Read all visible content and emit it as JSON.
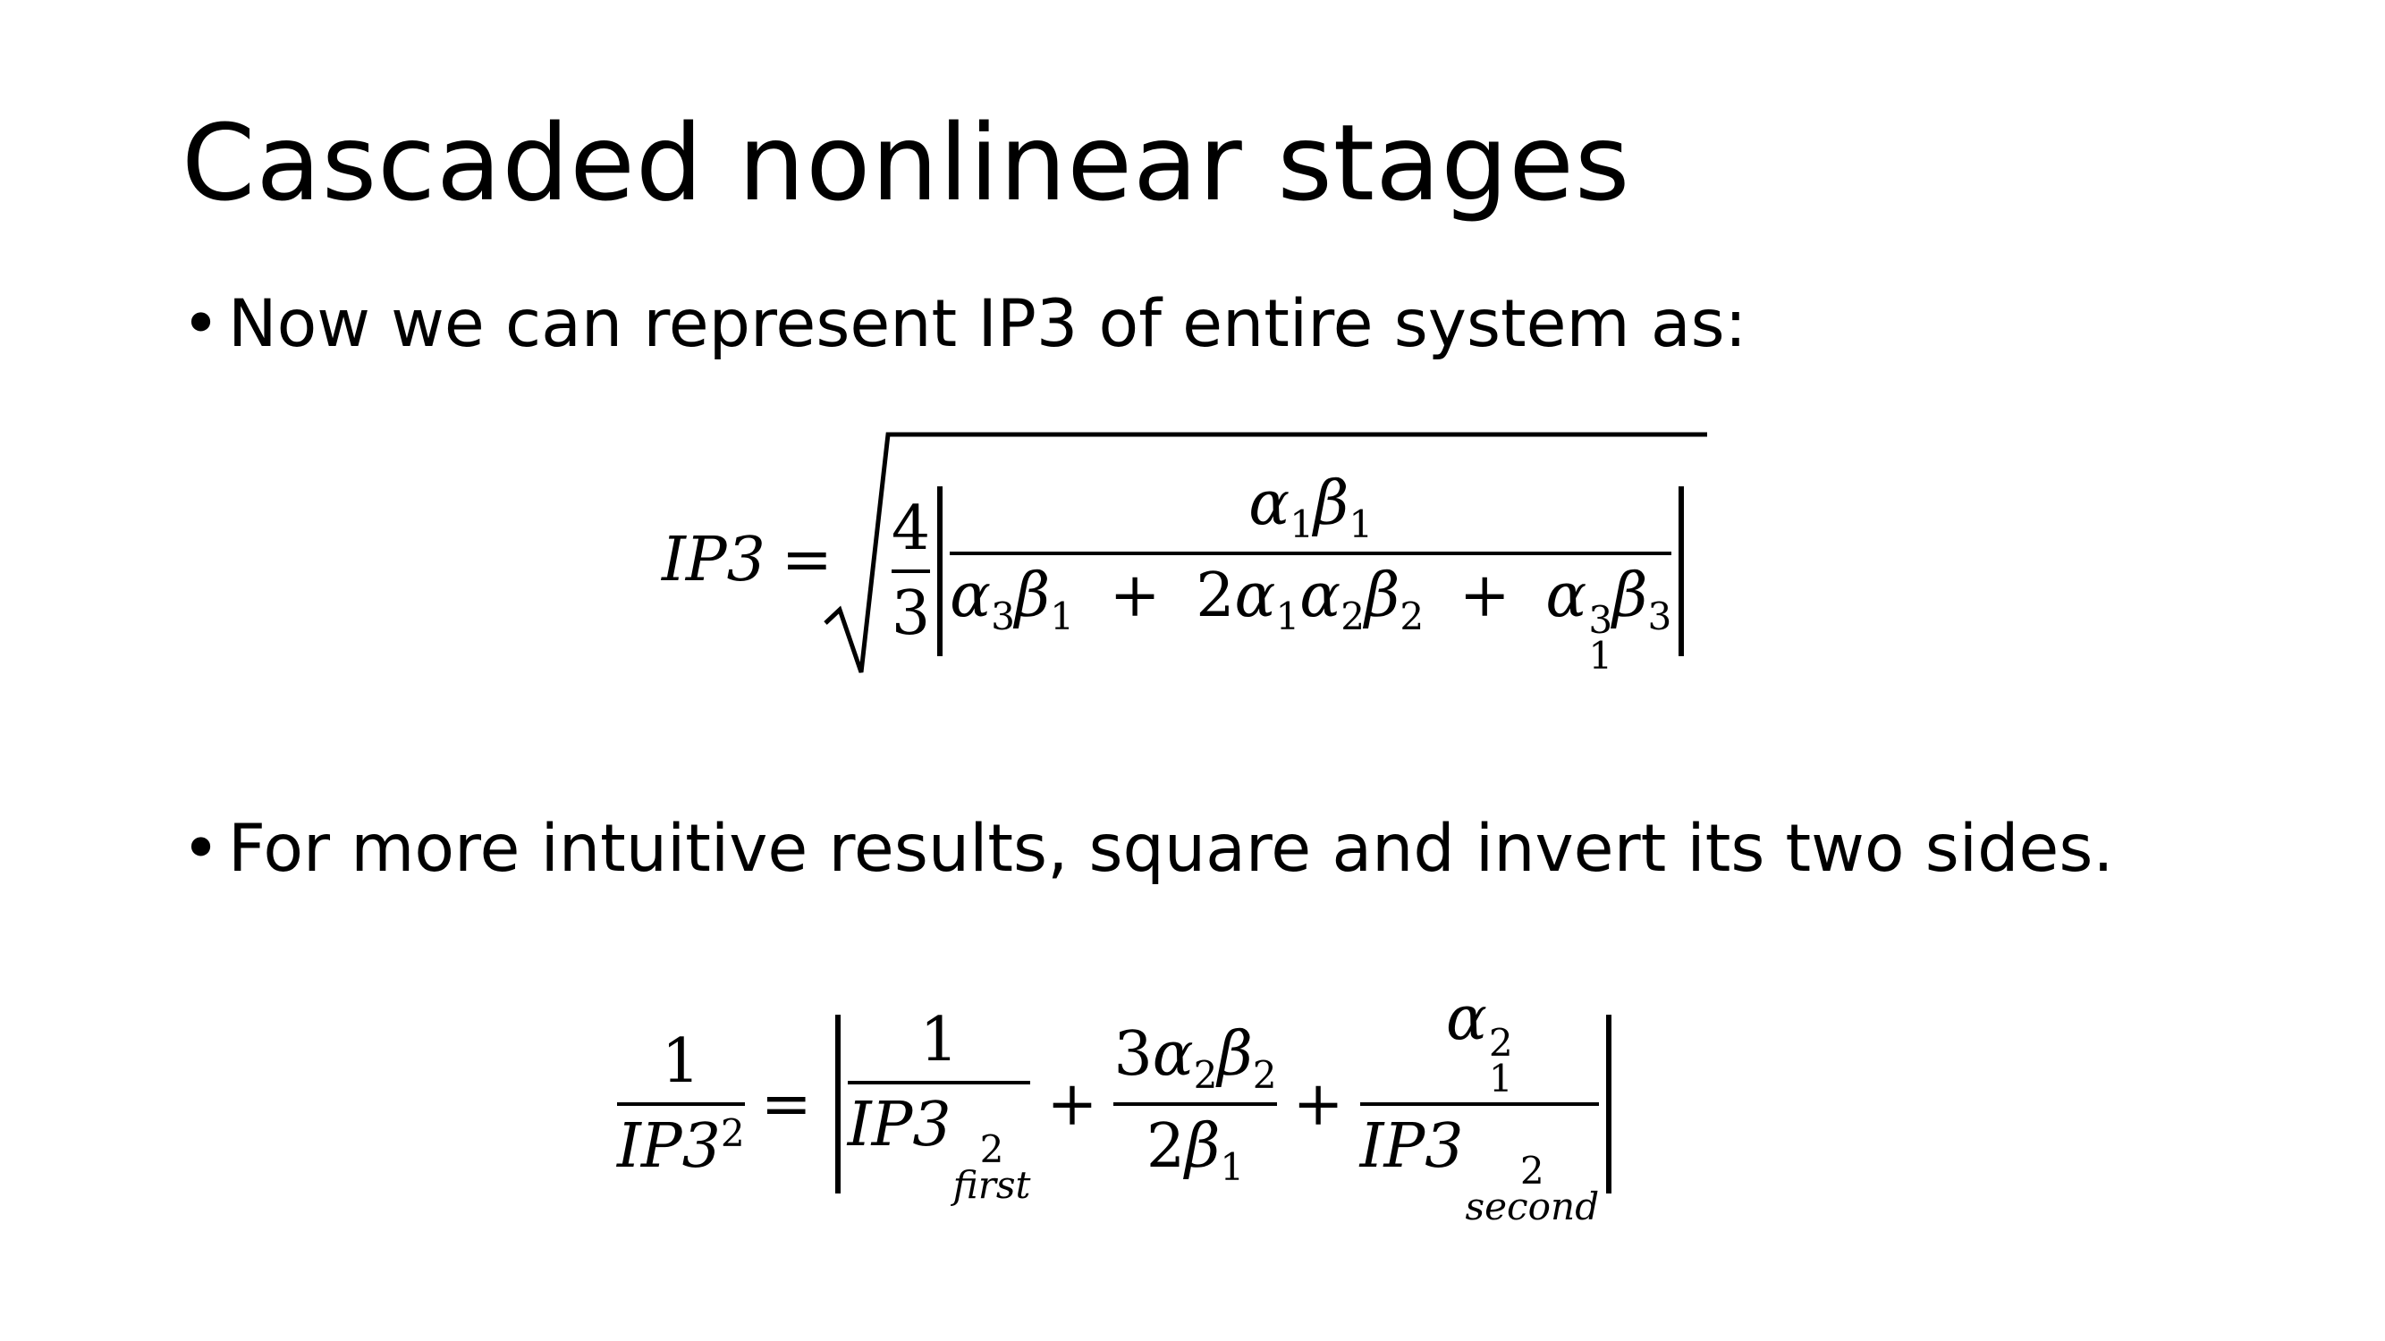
{
  "slide": {
    "title": "Cascaded nonlinear stages",
    "bullets": [
      {
        "marker": "•",
        "text": "Now we can represent IP3 of entire system as:"
      },
      {
        "marker": "•",
        "text": "For more intuitive results, square and invert its two sides."
      }
    ]
  },
  "equation1": {
    "lhs": "IP3",
    "equals": "=",
    "outer_num": "4",
    "outer_den": "3",
    "inner_num": [
      "α",
      "1",
      "β",
      "1"
    ],
    "den_terms": {
      "t1": [
        "α",
        "3",
        "β",
        "1"
      ],
      "plus1": "+",
      "t2_coef": "2",
      "t2": [
        "α",
        "1",
        "α",
        "2",
        "β",
        "2"
      ],
      "plus2": "+",
      "t3_alpha": "α",
      "t3_sup": "3",
      "t3_sub": "1",
      "t3_beta": "β",
      "t3_beta_sub": "3"
    }
  },
  "equation2": {
    "lhs_num": "1",
    "lhs_den": "IP3",
    "lhs_den_sup": "2",
    "equals": "=",
    "f1_num": "1",
    "f1_den": "IP3",
    "f1_sup": "2",
    "f1_sub": "first",
    "plus1": "+",
    "f2_num_coef": "3",
    "f2_num": [
      "α",
      "2",
      "β",
      "2"
    ],
    "f2_den_coef": "2",
    "f2_den": [
      "β",
      "1"
    ],
    "plus2": "+",
    "f3_num_alpha": "α",
    "f3_num_sup": "2",
    "f3_num_sub": "1",
    "f3_den": "IP3",
    "f3_sup": "2",
    "f3_sub": "second"
  }
}
